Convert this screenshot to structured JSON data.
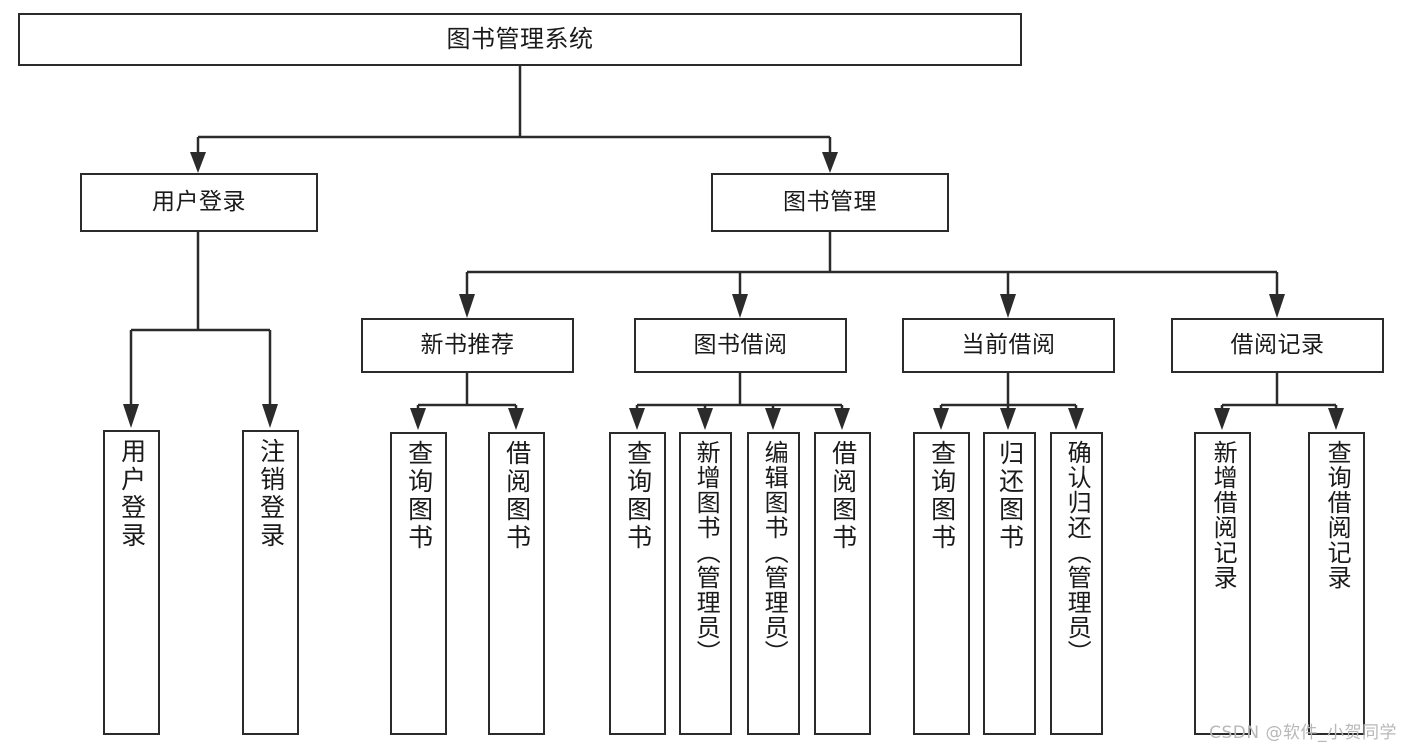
{
  "diagram": {
    "title": "图书管理系统",
    "type": "tree",
    "root": {
      "id": "root",
      "label": "图书管理系统"
    },
    "level1": [
      {
        "id": "user-login",
        "label": "用户登录"
      },
      {
        "id": "book-management",
        "label": "图书管理"
      }
    ],
    "level2": [
      {
        "id": "new-book-recommend",
        "label": "新书推荐"
      },
      {
        "id": "book-borrow",
        "label": "图书借阅"
      },
      {
        "id": "current-borrow",
        "label": "当前借阅"
      },
      {
        "id": "borrow-record",
        "label": "借阅记录"
      }
    ],
    "leaves": {
      "user_login": [
        {
          "id": "leaf-user-login",
          "label": "用户登录"
        },
        {
          "id": "leaf-logout-login",
          "label": "注销登录"
        }
      ],
      "new_book_recommend": [
        {
          "id": "leaf-query-book-1",
          "label": "查询图书"
        },
        {
          "id": "leaf-borrow-book-1",
          "label": "借阅图书"
        }
      ],
      "book_borrow": [
        {
          "id": "leaf-query-book-2",
          "label": "查询图书"
        },
        {
          "id": "leaf-add-book",
          "label": "新增图书（管理员）"
        },
        {
          "id": "leaf-edit-book",
          "label": "编辑图书（管理员）"
        },
        {
          "id": "leaf-borrow-book-2",
          "label": "借阅图书"
        }
      ],
      "current_borrow": [
        {
          "id": "leaf-query-book-3",
          "label": "查询图书"
        },
        {
          "id": "leaf-return-book",
          "label": "归还图书"
        },
        {
          "id": "leaf-confirm-return",
          "label": "确认归还（管理员）"
        }
      ],
      "borrow_record": [
        {
          "id": "leaf-add-record",
          "label": "新增借阅记录"
        },
        {
          "id": "leaf-query-record",
          "label": "查询借阅记录"
        }
      ]
    }
  },
  "watermark": {
    "text": "CSDN @软件_小贺同学"
  },
  "colors": {
    "stroke": "#2b2b2b",
    "background": "#ffffff",
    "text": "#1a1a1a",
    "watermark": "#b8b8b8"
  }
}
